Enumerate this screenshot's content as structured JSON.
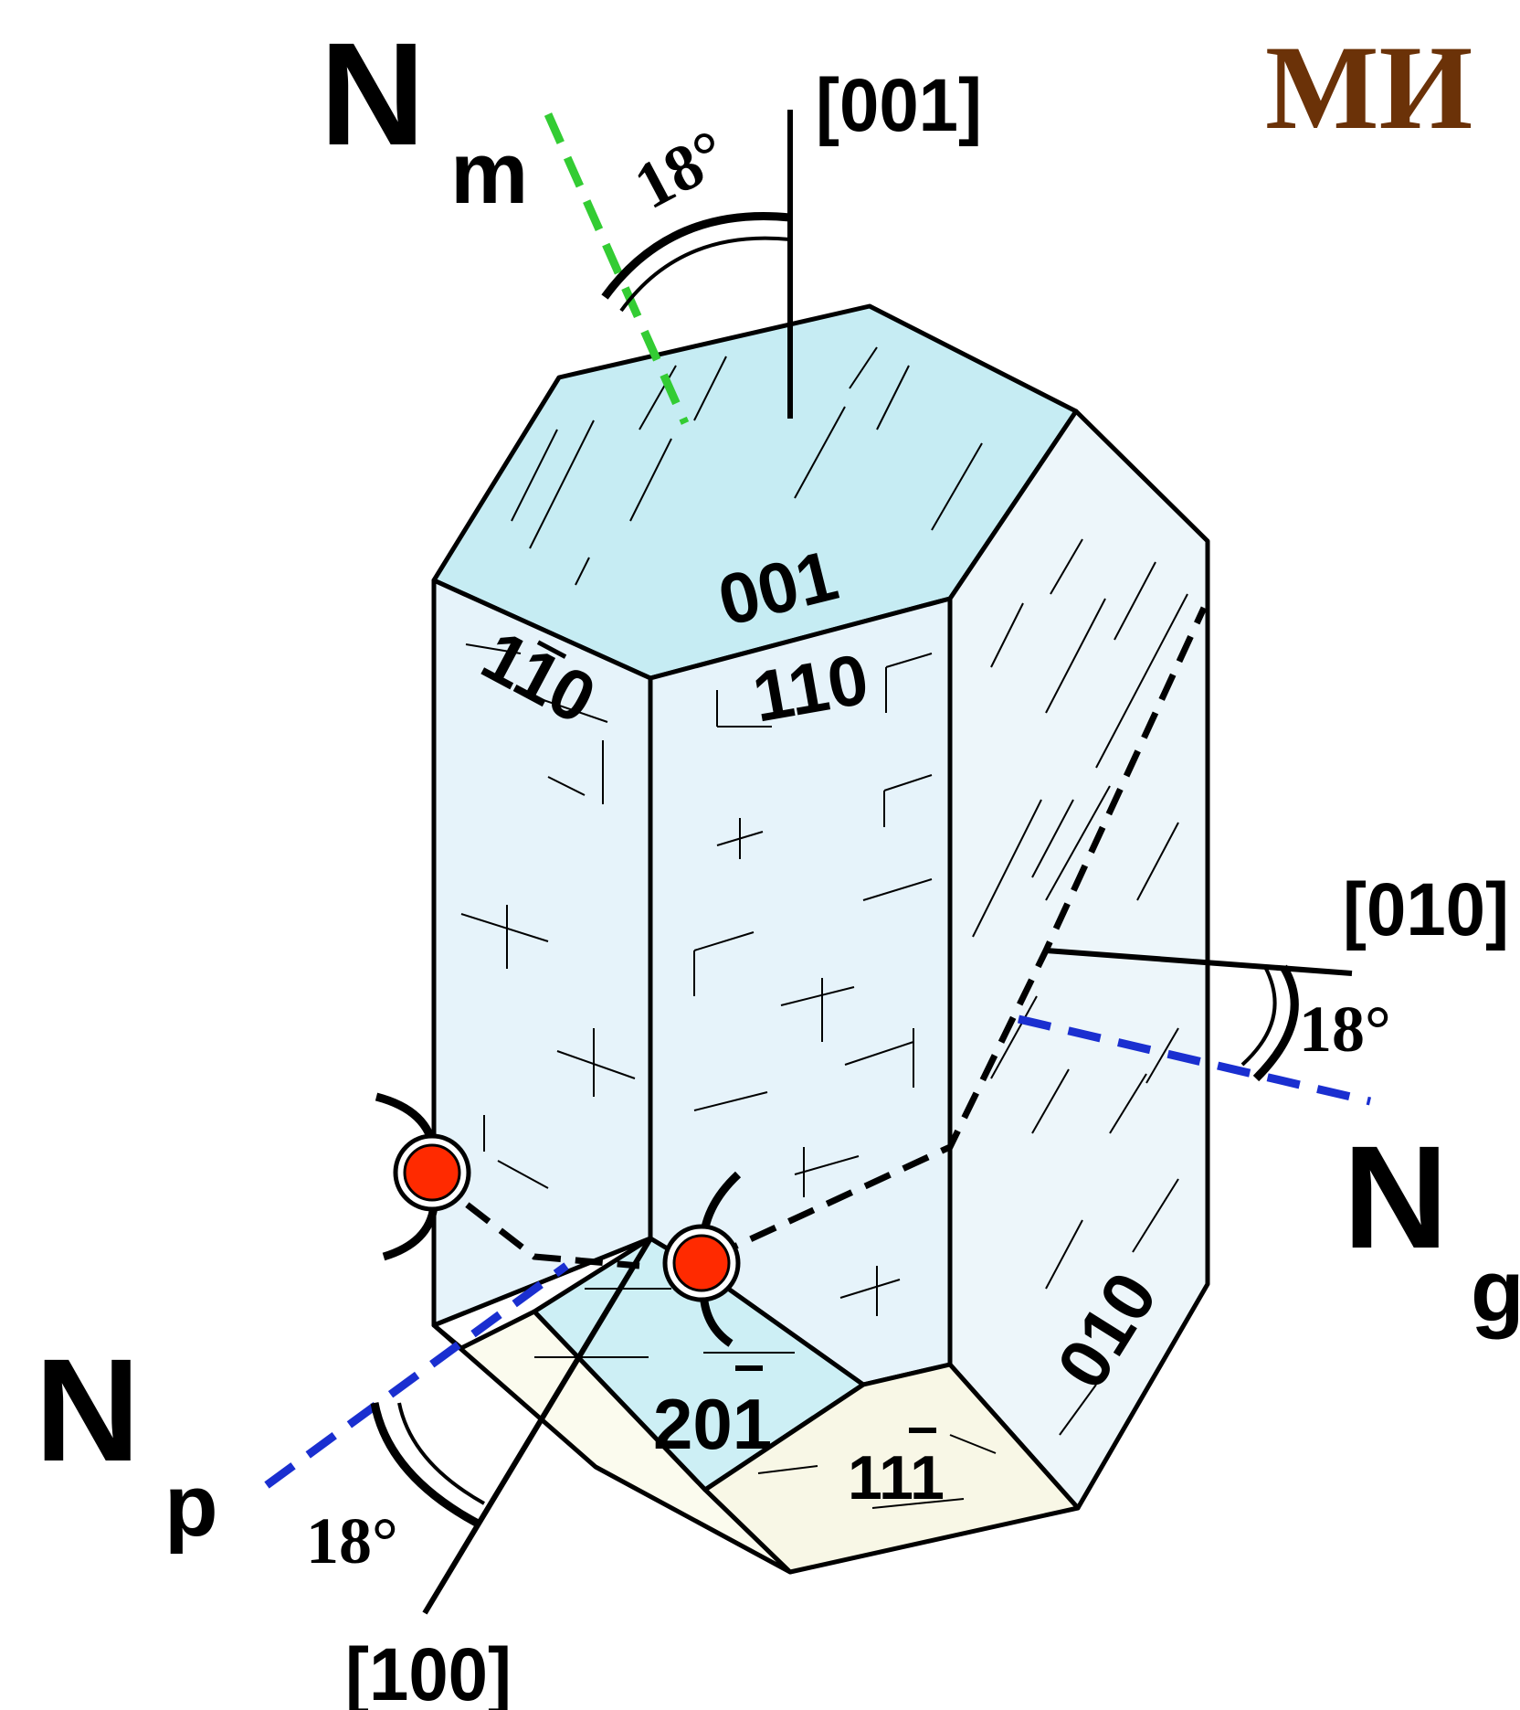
{
  "title_fragment": "МИ",
  "axes": {
    "c_axis": "[001]",
    "b_axis": "[010]",
    "a_axis": "[100]"
  },
  "indicatrix": {
    "nm_letter": "N",
    "nm_sub": "m",
    "ng_letter": "N",
    "ng_sub": "g",
    "np_letter": "N",
    "np_sub": "p"
  },
  "angles": {
    "nm_c": "18°",
    "ng_b": "18°",
    "np_a": "18°"
  },
  "faces": {
    "f001": "001",
    "f110": "110",
    "f1m10_a": "1",
    "f1m10_b": "1",
    "f1m10_c": "0",
    "f010": "010",
    "f201_main": "201",
    "f111_main": "111"
  },
  "colors": {
    "title": "#6b3208",
    "nm_line": "#33cc33",
    "ng_np_line": "#1a2fd0",
    "optic_dot": "#ff2a00",
    "face_top": "#c6ecf3",
    "face_side": "#e6f3fa",
    "face_right": "#edf6fa",
    "face_bottom_left": "#fbfbee",
    "face_bottom_mid": "#cdeff5",
    "face_bottom_right": "#f8f7e6"
  }
}
